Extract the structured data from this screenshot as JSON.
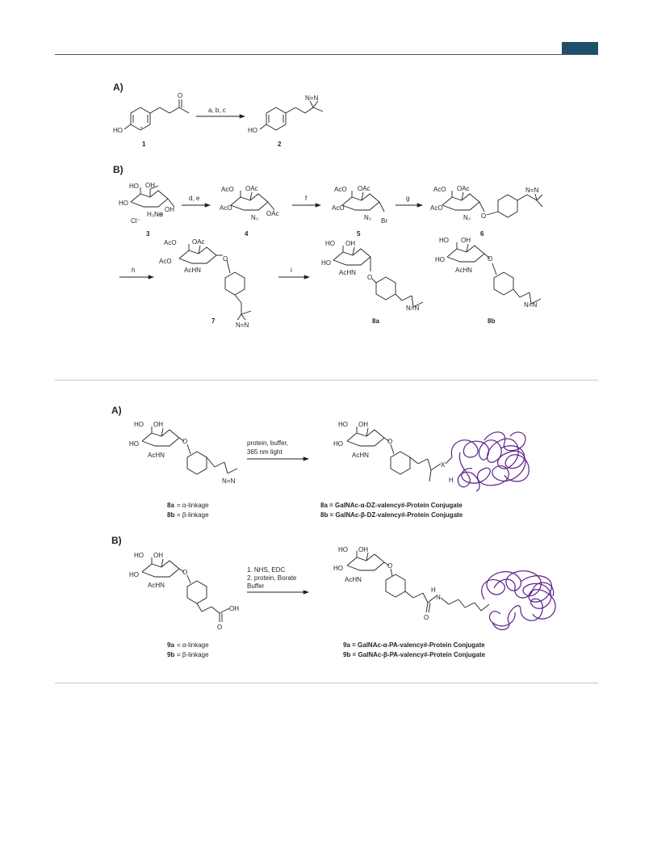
{
  "colors": {
    "accent": "#1f4e6b",
    "protein": "#5a1f8a",
    "separator": "#b9c9da"
  },
  "scheme1": {
    "partA": {
      "label": "A)",
      "reagents": "a, b, c",
      "cmp1": "1",
      "cmp2": "2",
      "ho": "HO",
      "o": "O",
      "nn": "N=N"
    },
    "partB": {
      "label": "B)",
      "cmp3": "3",
      "cmp4": "4",
      "cmp5": "5",
      "cmp6": "6",
      "cmp7": "7",
      "cmp8a": "8a",
      "cmp8b": "8b",
      "step_de": "d, e",
      "step_f": "f",
      "step_g": "g",
      "step_h": "h",
      "step_i": "i",
      "ho": "HO",
      "oh": "OH",
      "h3n": "H₃N",
      "plus": "⊕",
      "cl": "Cl⁻",
      "aco": "AcO",
      "oac": "OAc",
      "n3": "N₃",
      "br": "Br",
      "achn": "AcHN",
      "o": "O",
      "nn": "N=N"
    }
  },
  "scheme2": {
    "partA": {
      "label": "A)",
      "reagent1": "protein, buffer,",
      "reagent2": "365 nm light",
      "def_8a_cmp": "8a",
      "def_8a_text": " = α-linkage",
      "def_8b_cmp": "8b",
      "def_8b_text": " = β-linkage",
      "product_8a": "8a = GalNAc-α-DZ-valency#-Protein Conjugate",
      "product_8b": "8b = GalNAc-β-DZ-valency#-Protein Conjugate",
      "ho": "HO",
      "oh": "OH",
      "achn": "AcHN",
      "o": "O",
      "x": "X",
      "h": "H",
      "nn": "N=N"
    },
    "partB": {
      "label": "B)",
      "reagent1": "1. NHS, EDC",
      "reagent2": "2. protein, Borate",
      "reagent3": "Buffer",
      "def_9a_cmp": "9a",
      "def_9a_text": " = α-linkage",
      "def_9b_cmp": "9b",
      "def_9b_text": " = β-linkage",
      "product_9a": "9a = GalNAc-α-PA-valency#-Protein Conjugate",
      "product_9b": "9b = GalNAc-β-PA-valency#-Protein Conjugate",
      "ho": "HO",
      "oh": "OH",
      "achn": "AcHN",
      "o": "O",
      "n": "N",
      "h": "H"
    }
  }
}
